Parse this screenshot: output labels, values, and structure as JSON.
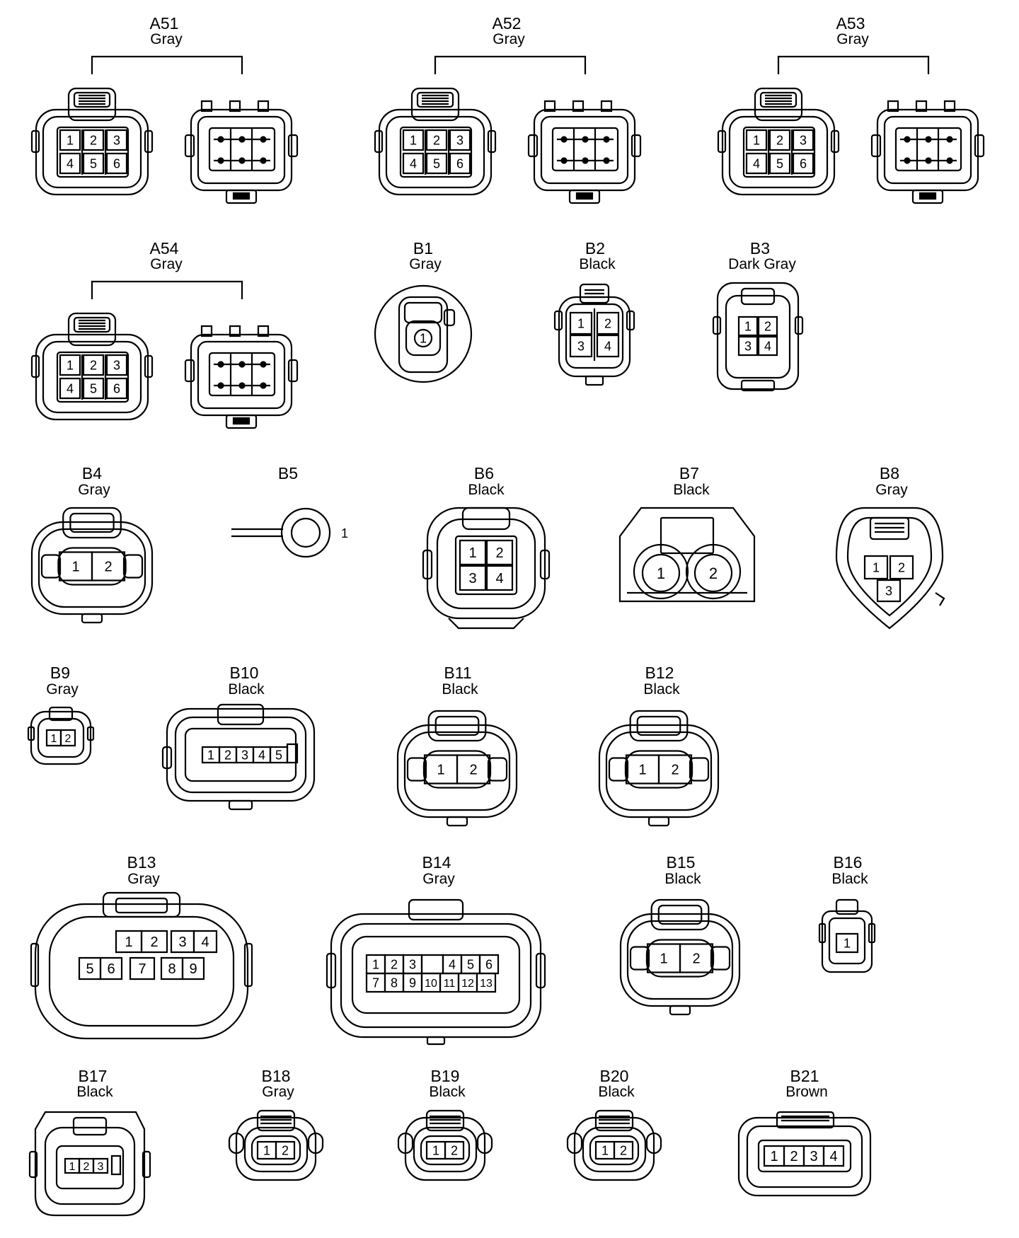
{
  "connectors": [
    {
      "id": "A51",
      "color": "Gray",
      "pins": [
        "1",
        "2",
        "3",
        "4",
        "5",
        "6"
      ]
    },
    {
      "id": "A52",
      "color": "Gray",
      "pins": [
        "1",
        "2",
        "3",
        "4",
        "5",
        "6"
      ]
    },
    {
      "id": "A53",
      "color": "Gray",
      "pins": [
        "1",
        "2",
        "3",
        "4",
        "5",
        "6"
      ]
    },
    {
      "id": "A54",
      "color": "Gray",
      "pins": [
        "1",
        "2",
        "3",
        "4",
        "5",
        "6"
      ]
    },
    {
      "id": "B1",
      "color": "Gray",
      "pins": [
        "1"
      ]
    },
    {
      "id": "B2",
      "color": "Black",
      "pins": [
        "1",
        "2",
        "3",
        "4"
      ]
    },
    {
      "id": "B3",
      "color": "Dark Gray",
      "pins": [
        "1",
        "2",
        "3",
        "4"
      ]
    },
    {
      "id": "B4",
      "color": "Gray",
      "pins": [
        "1",
        "2"
      ]
    },
    {
      "id": "B5",
      "color": "",
      "pins": [
        "1"
      ]
    },
    {
      "id": "B6",
      "color": "Black",
      "pins": [
        "1",
        "2",
        "3",
        "4"
      ]
    },
    {
      "id": "B7",
      "color": "Black",
      "pins": [
        "1",
        "2"
      ]
    },
    {
      "id": "B8",
      "color": "Gray",
      "pins": [
        "1",
        "2",
        "3"
      ]
    },
    {
      "id": "B9",
      "color": "Gray",
      "pins": [
        "1",
        "2"
      ]
    },
    {
      "id": "B10",
      "color": "Black",
      "pins": [
        "1",
        "2",
        "3",
        "4",
        "5"
      ]
    },
    {
      "id": "B11",
      "color": "Black",
      "pins": [
        "1",
        "2"
      ]
    },
    {
      "id": "B12",
      "color": "Black",
      "pins": [
        "1",
        "2"
      ]
    },
    {
      "id": "B13",
      "color": "Gray",
      "pins": [
        "1",
        "2",
        "3",
        "4",
        "5",
        "6",
        "7",
        "8",
        "9"
      ]
    },
    {
      "id": "B14",
      "color": "Gray",
      "pins": [
        "1",
        "2",
        "3",
        "4",
        "5",
        "6",
        "7",
        "8",
        "9",
        "10",
        "11",
        "12",
        "13"
      ]
    },
    {
      "id": "B15",
      "color": "Black",
      "pins": [
        "1",
        "2"
      ]
    },
    {
      "id": "B16",
      "color": "Black",
      "pins": [
        "1"
      ]
    },
    {
      "id": "B17",
      "color": "Black",
      "pins": [
        "1",
        "2",
        "3"
      ]
    },
    {
      "id": "B18",
      "color": "Gray",
      "pins": [
        "1",
        "2"
      ]
    },
    {
      "id": "B19",
      "color": "Black",
      "pins": [
        "1",
        "2"
      ]
    },
    {
      "id": "B20",
      "color": "Black",
      "pins": [
        "1",
        "2"
      ]
    },
    {
      "id": "B21",
      "color": "Brown",
      "pins": [
        "1",
        "2",
        "3",
        "4"
      ]
    }
  ]
}
